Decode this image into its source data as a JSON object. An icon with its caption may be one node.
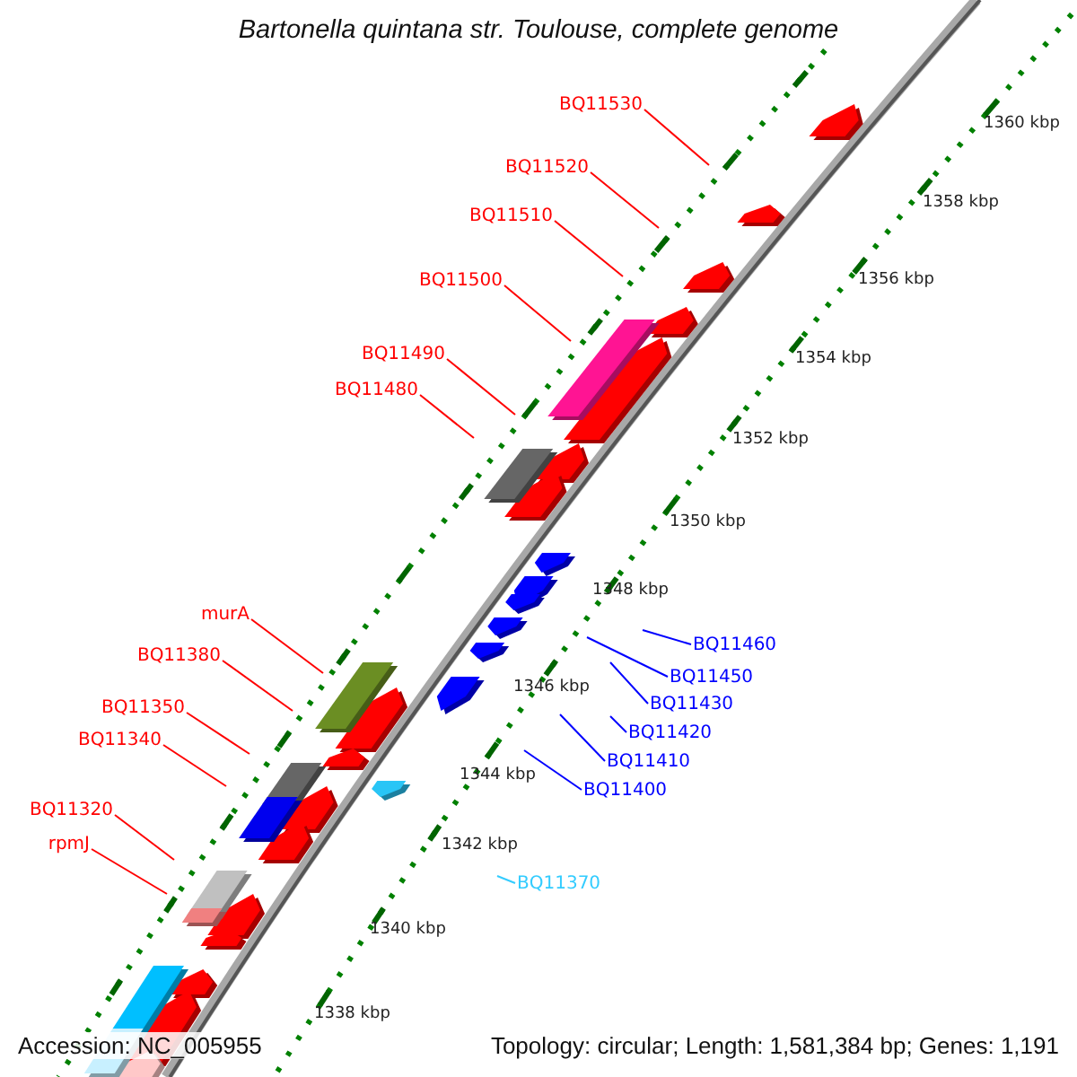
{
  "diagram": {
    "title": "Bartonella quintana str. Toulouse, complete genome",
    "nodes": [
      {
        "text": [
          "BQ11530"
        ]
      },
      {
        "text": [
          "BQ11520"
        ]
      },
      {
        "text": [
          "BQ11510"
        ]
      },
      {
        "text": [
          "BQ11500"
        ]
      },
      {
        "text": [
          "BQ11490"
        ]
      },
      {
        "text": [
          "BQ11480"
        ]
      },
      {
        "text": [
          "murA"
        ]
      },
      {
        "text": [
          "BQ11380"
        ]
      },
      {
        "text": [
          "BQ11350"
        ]
      },
      {
        "text": [
          "BQ11340"
        ]
      },
      {
        "text": [
          "BQ11320"
        ]
      },
      {
        "text": [
          "rpmJ"
        ]
      },
      {
        "text": [
          "BQ11460"
        ]
      },
      {
        "text": [
          "BQ11450"
        ]
      },
      {
        "text": [
          "BQ11430"
        ]
      },
      {
        "text": [
          "BQ11420"
        ]
      },
      {
        "text": [
          "BQ11410"
        ]
      },
      {
        "text": [
          "BQ11400"
        ]
      },
      {
        "text": [
          "BQ11370"
        ]
      }
    ],
    "edges": [
      {
        "from": 0,
        "to": null,
        "arrow": "none"
      },
      {
        "from": 1,
        "to": null,
        "arrow": "none"
      },
      {
        "from": 2,
        "to": null,
        "arrow": "none"
      },
      {
        "from": 3,
        "to": null,
        "arrow": "none"
      },
      {
        "from": 4,
        "to": null,
        "arrow": "none"
      },
      {
        "from": 5,
        "to": null,
        "arrow": "none"
      },
      {
        "from": 6,
        "to": null,
        "arrow": "none"
      },
      {
        "from": 7,
        "to": null,
        "arrow": "none"
      },
      {
        "from": 8,
        "to": null,
        "arrow": "none"
      },
      {
        "from": 9,
        "to": null,
        "arrow": "none"
      },
      {
        "from": 10,
        "to": null,
        "arrow": "none"
      },
      {
        "from": 11,
        "to": null,
        "arrow": "none"
      },
      {
        "from": 12,
        "to": null,
        "arrow": "none",
        "color": "#0000ff"
      },
      {
        "from": 13,
        "to": null,
        "arrow": "none",
        "color": "#0000ff"
      },
      {
        "from": 14,
        "to": null,
        "arrow": "none",
        "color": "#0000ff"
      },
      {
        "from": 15,
        "to": null,
        "arrow": "none",
        "color": "#0000ff"
      },
      {
        "from": 16,
        "to": null,
        "arrow": "none",
        "color": "#0000ff"
      },
      {
        "from": 17,
        "to": null,
        "arrow": "none",
        "color": "#0000ff"
      },
      {
        "from": 18,
        "to": null,
        "arrow": "none",
        "color": "#33ccff"
      }
    ],
    "labels": [
      "1360 kbp",
      "1358 kbp",
      "1356 kbp",
      "1354 kbp",
      "1352 kbp",
      "1350 kbp",
      "1348 kbp",
      "1346 kbp",
      "1344 kbp",
      "1342 kbp",
      "1340 kbp",
      "1338 kbp",
      "Accession: NC_005955",
      "Topology: circular; Length: 1,581,384 bp; Genes: 1,191"
    ]
  }
}
